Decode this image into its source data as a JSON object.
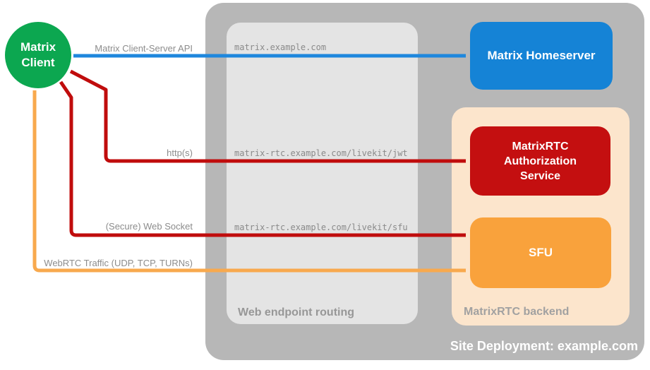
{
  "diagram": {
    "client_node": {
      "label": "Matrix Client"
    },
    "homeserver_node": {
      "label": "Matrix Homeserver"
    },
    "auth_node": {
      "label": "MatrixRTC Authorization Service"
    },
    "sfu_node": {
      "label": "SFU"
    },
    "site_container": {
      "label": "Site Deployment: example.com"
    },
    "routing_container": {
      "label": "Web endpoint routing"
    },
    "backend_container": {
      "label": "MatrixRTC backend"
    },
    "connections": [
      {
        "name": "client-homeserver",
        "protocol_label": "Matrix Client-Server API",
        "endpoint": "matrix.example.com",
        "color": "#1e87dd",
        "style": "double-headed"
      },
      {
        "name": "client-auth-service",
        "protocol_label": "http(s)",
        "endpoint": "matrix-rtc.example.com/livekit/jwt",
        "color": "#c00c0c",
        "style": "double-headed"
      },
      {
        "name": "client-sfu-websocket",
        "protocol_label": "(Secure) Web Socket",
        "endpoint": "matrix-rtc.example.com/livekit/sfu",
        "color": "#c00c0c",
        "style": "double-headed"
      },
      {
        "name": "client-sfu-webrtc",
        "protocol_label": "WebRTC Traffic (UDP, TCP, TURNs)",
        "color": "#f8a94e",
        "style": "double-headed"
      }
    ],
    "colors": {
      "client_green": "#0ca750",
      "homeserver_blue": "#1583d6",
      "auth_red": "#c40f10",
      "sfu_orange": "#f9a23c",
      "backend_peach": "#fce5cc",
      "site_gray": "#b7b7b7",
      "routing_gray": "#e4e4e4",
      "label_gray": "#8c8c8c",
      "background": "#ffffff"
    }
  }
}
